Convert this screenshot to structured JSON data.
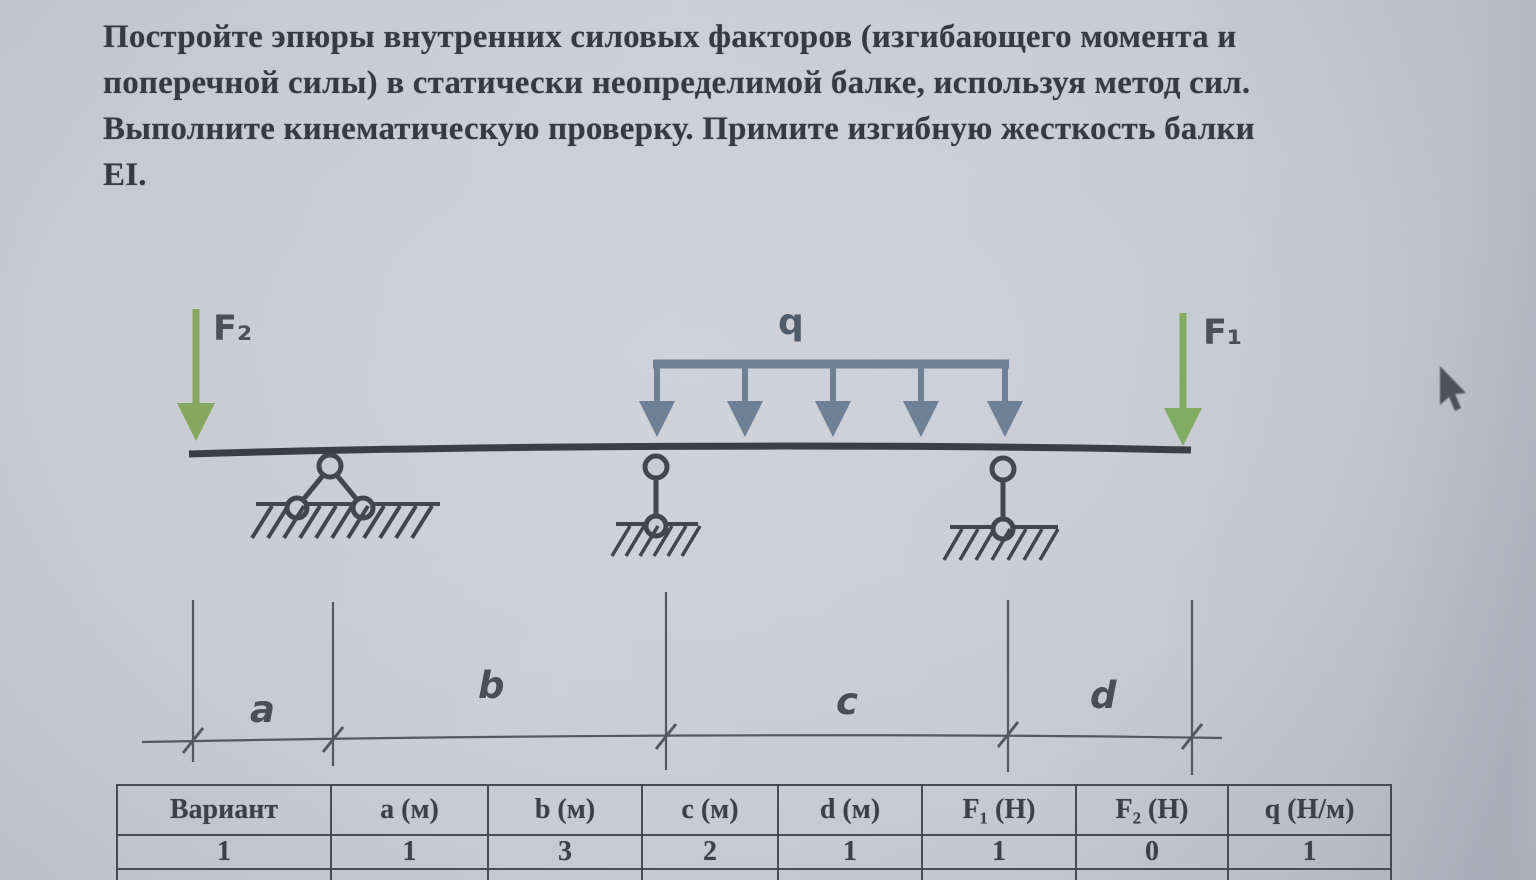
{
  "task": {
    "lines": [
      "Постройте эпюры внутренних силовых факторов (изгибающего момента и",
      "поперечной силы) в статически неопределимой балке, используя метод сил.",
      "Выполните кинематическую проверку. Примите изгибную жесткость балки",
      "EI."
    ]
  },
  "diagram": {
    "force_left_label": "F₂",
    "force_right_label": "F₁",
    "distributed_load_label": "q",
    "dim_a": "a",
    "dim_b": "b",
    "dim_c": "c",
    "dim_d": "d",
    "icons": {
      "cursor": "mouse-pointer-icon"
    },
    "colors": {
      "force_green": "#87a75f",
      "load_blue": "#6e8096",
      "ink": "#42464e",
      "paper": "#c9ccd4"
    }
  },
  "table": {
    "headers": [
      "Вариант",
      "a (м)",
      "b (м)",
      "c (м)",
      "d (м)",
      "F₁ (Н)",
      "F₂ (Н)",
      "q (Н/м)"
    ],
    "rows": [
      [
        "1",
        "1",
        "3",
        "2",
        "1",
        "1",
        "0",
        "1"
      ],
      [
        "",
        "",
        "",
        "",
        "",
        "",
        "",
        ""
      ]
    ]
  }
}
